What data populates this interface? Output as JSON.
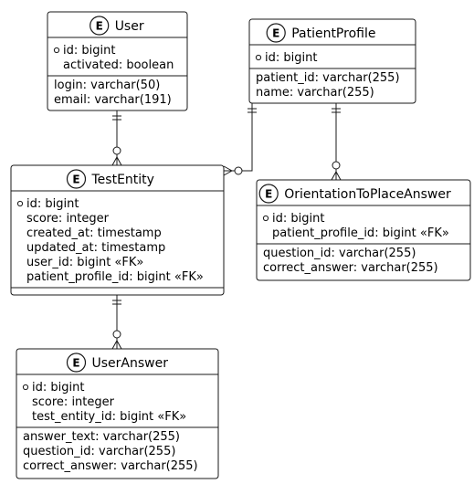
{
  "entities": {
    "user": {
      "badge": "E",
      "name": "User",
      "pk_fields": [
        {
          "text": "id: bigint",
          "key": true
        },
        {
          "text": "activated: boolean",
          "key": false
        }
      ],
      "fields": [
        "login: varchar(50)",
        "email: varchar(191)"
      ]
    },
    "patient_profile": {
      "badge": "E",
      "name": "PatientProfile",
      "pk_fields": [
        {
          "text": "id: bigint",
          "key": true
        }
      ],
      "fields": [
        "patient_id: varchar(255)",
        "name: varchar(255)"
      ]
    },
    "test_entity": {
      "badge": "E",
      "name": "TestEntity",
      "pk_fields": [
        {
          "text": "id: bigint",
          "key": true
        },
        {
          "text": "score: integer",
          "key": false
        },
        {
          "text": "created_at: timestamp",
          "key": false
        },
        {
          "text": "updated_at: timestamp",
          "key": false
        },
        {
          "text": "user_id: bigint «FK»",
          "key": false
        },
        {
          "text": "patient_profile_id: bigint «FK»",
          "key": false
        }
      ],
      "fields": []
    },
    "orientation_answer": {
      "badge": "E",
      "name": "OrientationToPlaceAnswer",
      "pk_fields": [
        {
          "text": "id: bigint",
          "key": true
        },
        {
          "text": "patient_profile_id: bigint «FK»",
          "key": false
        }
      ],
      "fields": [
        "question_id: varchar(255)",
        "correct_answer: varchar(255)"
      ]
    },
    "user_answer": {
      "badge": "E",
      "name": "UserAnswer",
      "pk_fields": [
        {
          "text": "id: bigint",
          "key": true
        },
        {
          "text": "score: integer",
          "key": false
        },
        {
          "text": "test_entity_id: bigint «FK»",
          "key": false
        }
      ],
      "fields": [
        "answer_text: varchar(255)",
        "question_id: varchar(255)",
        "correct_answer: varchar(255)"
      ]
    }
  },
  "relationships": [
    {
      "from": "user",
      "to": "test_entity",
      "from_card": "exactly-one",
      "to_card": "zero-or-many"
    },
    {
      "from": "patient_profile",
      "to": "test_entity",
      "from_card": "exactly-one",
      "to_card": "zero-or-many"
    },
    {
      "from": "patient_profile",
      "to": "orientation_answer",
      "from_card": "exactly-one",
      "to_card": "zero-or-many"
    },
    {
      "from": "test_entity",
      "to": "user_answer",
      "from_card": "exactly-one",
      "to_card": "zero-or-many"
    }
  ]
}
